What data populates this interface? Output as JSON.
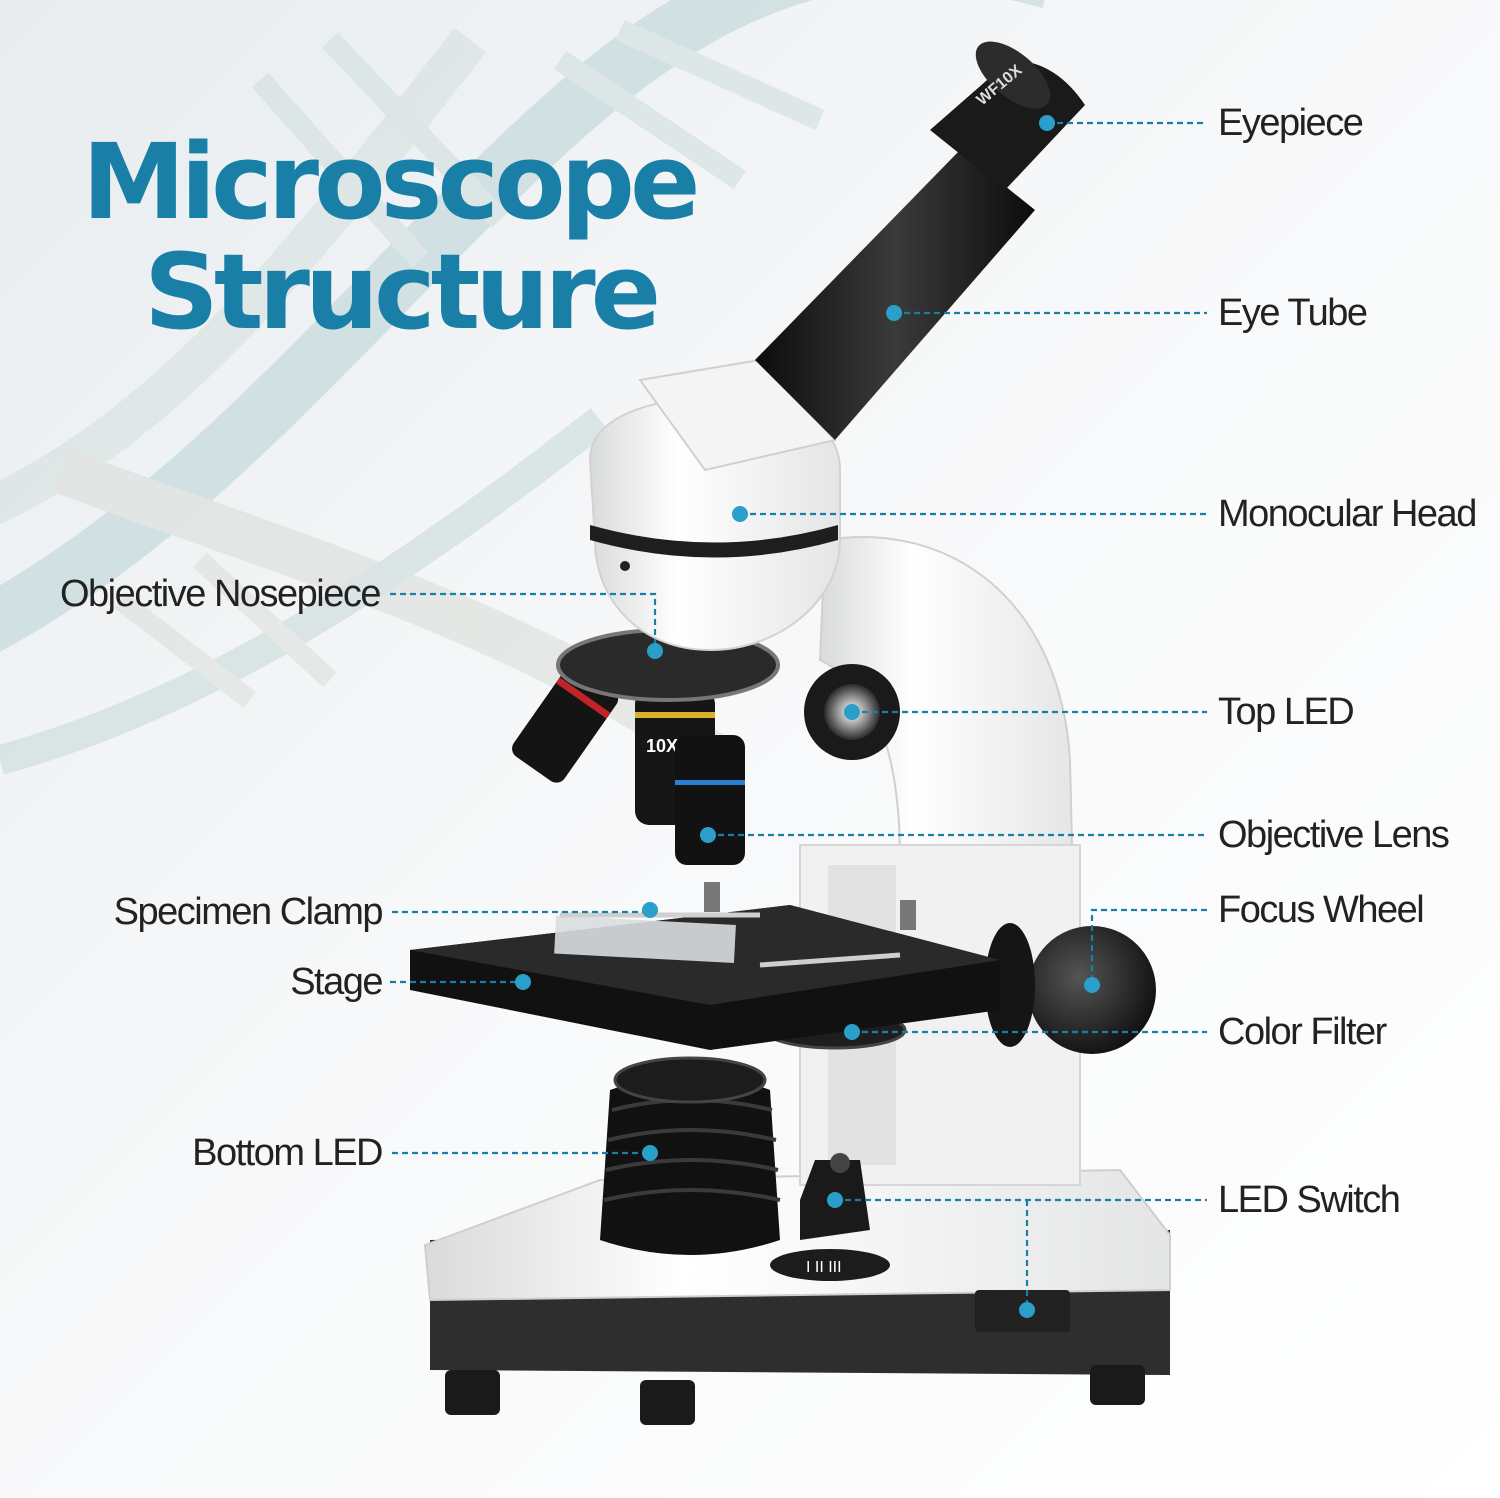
{
  "title": {
    "line1": "Microscope",
    "line2": "Structure"
  },
  "labels": {
    "eyepiece": "Eyepiece",
    "eye_tube": "Eye Tube",
    "monocular_head": "Monocular Head",
    "objective_nosepiece": "Objective Nosepiece",
    "top_led": "Top LED",
    "objective_lens": "Objective Lens",
    "focus_wheel": "Focus Wheel",
    "specimen_clamp": "Specimen Clamp",
    "stage": "Stage",
    "color_filter": "Color Filter",
    "bottom_led": "Bottom LED",
    "led_switch": "LED Switch"
  },
  "markings": {
    "eyepiece": "WF10X",
    "objective": "10X",
    "switch_settings": "I II III"
  },
  "colors": {
    "accent": "#1a7fa6",
    "dot": "#2a9fc9",
    "text": "#222222"
  }
}
